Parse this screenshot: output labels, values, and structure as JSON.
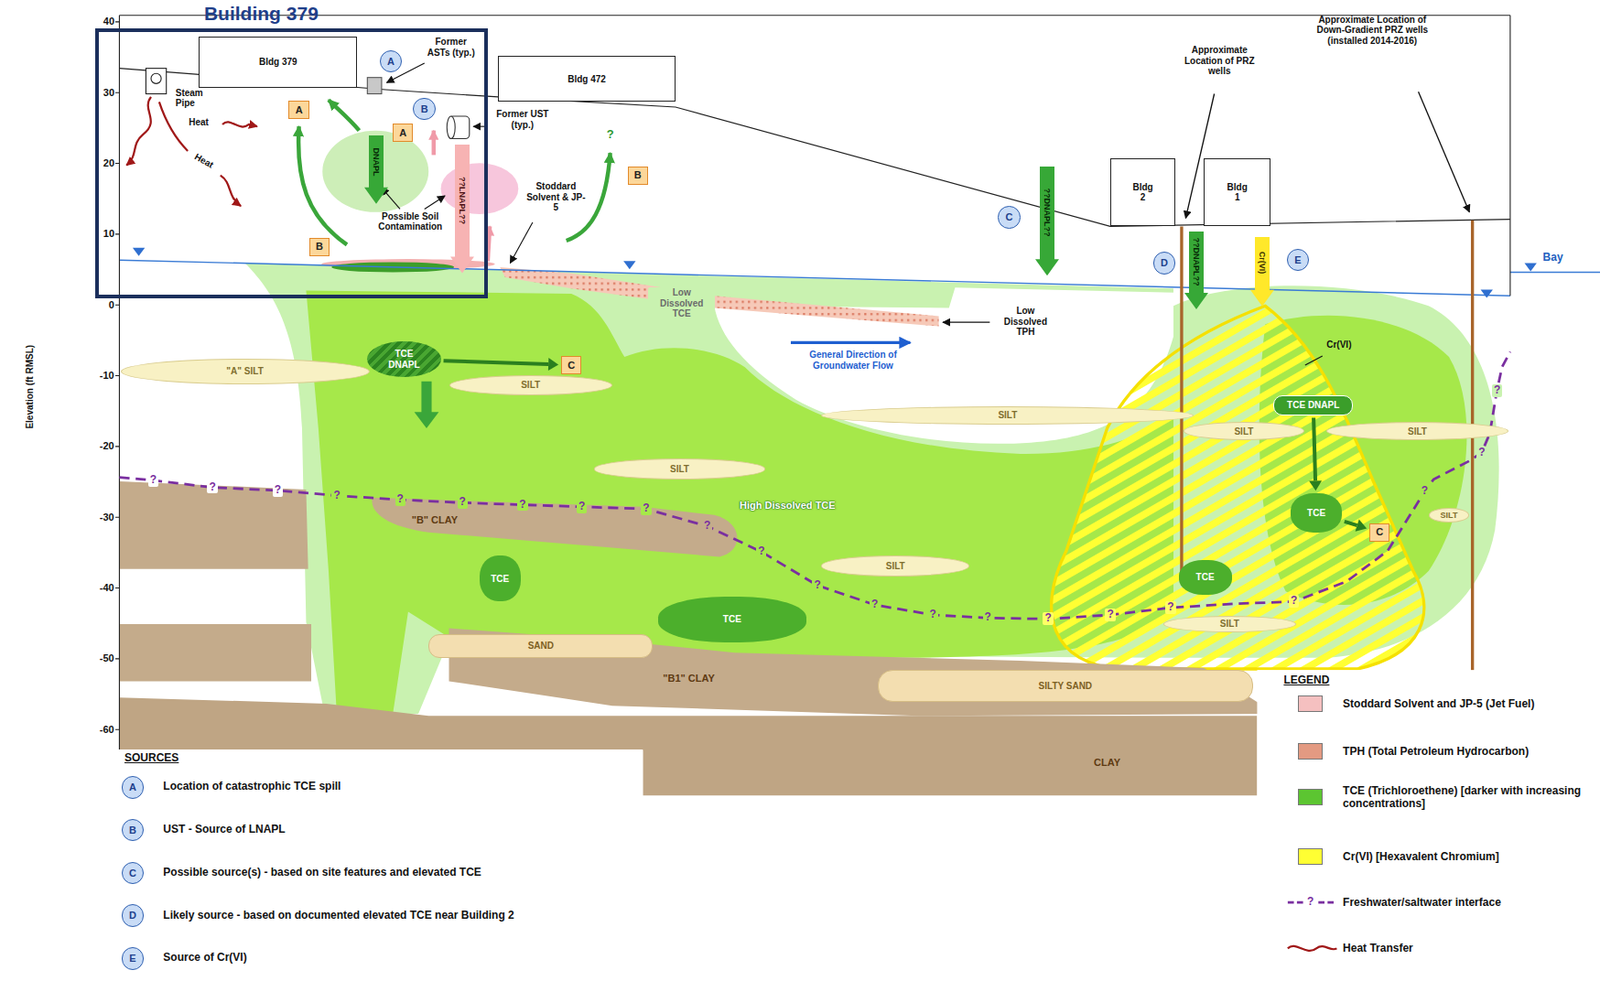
{
  "diagram": {
    "nodes": [
      {
        "text": [
          "Building 379"
        ]
      },
      {
        "text": [
          "Bldg 379"
        ],
        "in": 0
      },
      {
        "text": [
          "A"
        ],
        "in": 0
      },
      {
        "text": [
          "B"
        ],
        "in": 0
      },
      {
        "text": [
          "A"
        ],
        "in": 0
      },
      {
        "text": [
          "A"
        ],
        "in": 0
      },
      {
        "text": [
          "DNAPL"
        ],
        "in": 0
      },
      {
        "text": [
          "??LNAPL??"
        ],
        "in": 0
      },
      {
        "text": [
          "B"
        ],
        "in": 0
      },
      {
        "text": [
          "Bldg 472"
        ]
      },
      {
        "text": [
          "B"
        ]
      },
      {
        "text": [
          "C"
        ]
      },
      {
        "text": [
          "??DNAPL??"
        ]
      },
      {
        "text": [
          "Bldg 2"
        ]
      },
      {
        "text": [
          "Bldg 1"
        ]
      },
      {
        "text": [
          "D"
        ]
      },
      {
        "text": [
          "??DNAPL??"
        ]
      },
      {
        "text": [
          "Cr(VI)"
        ]
      },
      {
        "text": [
          "E"
        ]
      },
      {
        "text": [
          "TCE DNAPL"
        ]
      },
      {
        "text": [
          "C"
        ]
      },
      {
        "text": [
          "\"A\" SILT"
        ]
      },
      {
        "text": [
          "SILT"
        ]
      },
      {
        "text": [
          "SILT"
        ]
      },
      {
        "text": [
          "TCE DNAPL"
        ]
      },
      {
        "text": [
          "SILT"
        ]
      },
      {
        "text": [
          "SILT"
        ]
      },
      {
        "text": [
          "SILT"
        ]
      },
      {
        "text": [
          "\"B\" CLAY"
        ]
      },
      {
        "text": [
          "TCE"
        ]
      },
      {
        "text": [
          "C"
        ]
      },
      {
        "text": [
          "SILT"
        ]
      },
      {
        "text": [
          "SILT"
        ]
      },
      {
        "text": [
          "TCE"
        ]
      },
      {
        "text": [
          "TCE"
        ]
      },
      {
        "text": [
          "TCE"
        ]
      },
      {
        "text": [
          "SILT"
        ]
      },
      {
        "text": [
          "SAND"
        ]
      },
      {
        "text": [
          "\"B1\" CLAY"
        ]
      },
      {
        "text": [
          "SILTY SAND"
        ]
      },
      {
        "text": [
          "CLAY"
        ]
      },
      {
        "text": [
          "A"
        ]
      },
      {
        "text": [
          "B"
        ]
      },
      {
        "text": [
          "C"
        ]
      },
      {
        "text": [
          "D"
        ]
      },
      {
        "text": [
          "E"
        ]
      }
    ],
    "edges": [
      {
        "from": 19,
        "to": 20,
        "arrow": "to"
      },
      {
        "from": 24,
        "to": 29,
        "arrow": "to"
      },
      {
        "from": 29,
        "to": 30,
        "arrow": "to"
      }
    ],
    "labels": [
      "Steam Pipe",
      "Heat",
      "Heat",
      "Former ASTs (typ.)",
      "Former UST (typ.)",
      "Possible Soil Contamination",
      "Stoddard Solvent & JP-5",
      "?",
      "Low Dissolved TCE",
      "Low Dissolved TPH",
      "General Direction of Groundwater Flow",
      "High Dissolved TCE",
      "Approximate Location of PRZ wells",
      "Approximate Location of Down-Gradient PRZ wells (installed 2014-2016)",
      "Bay",
      "Cr(VI)",
      "Elevation (ft RMSL)",
      "40",
      "30",
      "20",
      "10",
      "0",
      "-10",
      "-20",
      "-30",
      "-40",
      "-50",
      "-60",
      "?",
      "?",
      "?",
      "?",
      "?",
      "?",
      "?",
      "?",
      "?",
      "?",
      "?",
      "?",
      "?",
      "?",
      "?",
      "?",
      "?",
      "?",
      "?",
      "?",
      "?",
      "?",
      "SOURCES",
      "Location of catastrophic TCE spill",
      "UST - Source of LNAPL",
      "Possible source(s) - based on site features and elevated TCE",
      "Likely source - based on documented elevated TCE near Building 2",
      "Source of Cr(VI)",
      "LEGEND",
      "?"
    ],
    "legend": [
      {
        "text": "Stoddard Solvent and JP-5 (Jet Fuel)",
        "color": "#f5c0c0"
      },
      {
        "text": "TPH (Total Petroleum Hydrocarbon)",
        "color": "#e39a82"
      },
      {
        "text": "TCE (Trichloroethene) [darker with increasing concentrations]",
        "color": "#5cc531"
      },
      {
        "text": "Cr(VI) [Hexavalent Chromium]",
        "color": "#ffff33"
      },
      {
        "text": "Freshwater/saltwater interface"
      },
      {
        "text": "Heat Transfer"
      }
    ]
  }
}
